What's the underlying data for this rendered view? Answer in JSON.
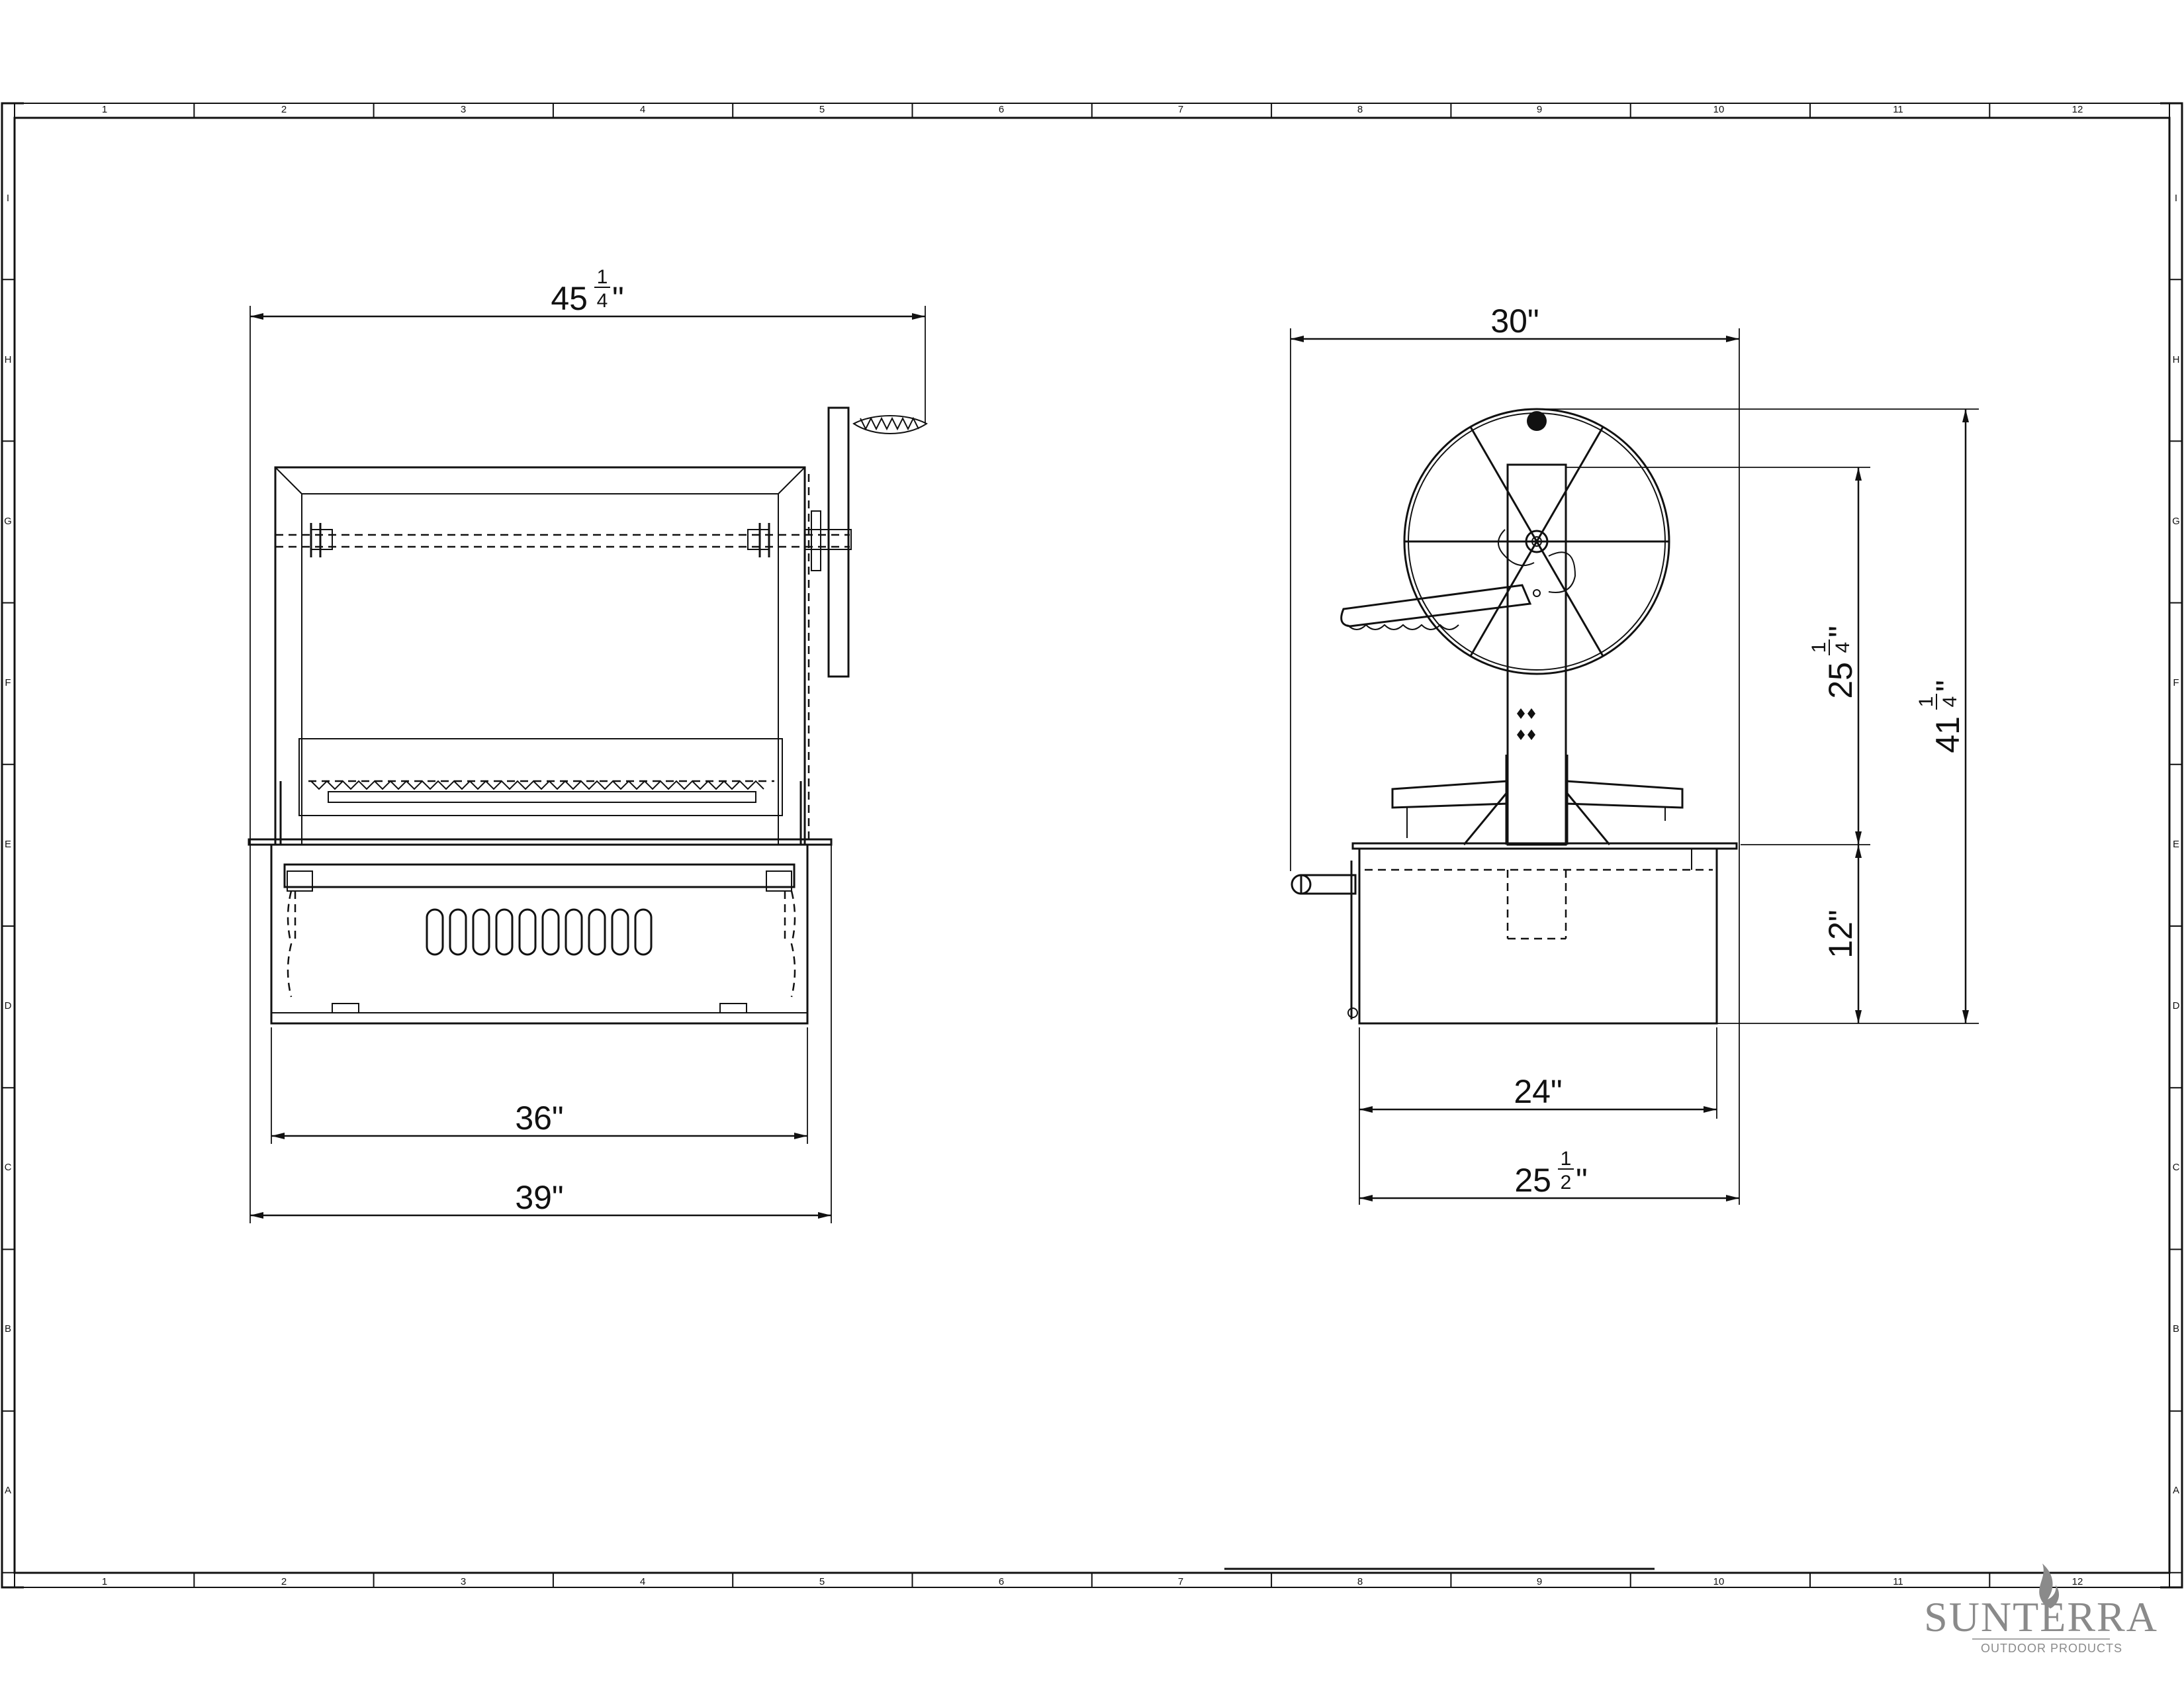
{
  "border": {
    "columns": [
      "1",
      "2",
      "3",
      "4",
      "5",
      "6",
      "7",
      "8",
      "9",
      "10",
      "11",
      "12"
    ],
    "rows": [
      "I",
      "H",
      "G",
      "F",
      "E",
      "D",
      "C",
      "B",
      "A"
    ]
  },
  "front_view": {
    "overall_width": {
      "whole": "45",
      "num": "1",
      "den": "4",
      "unit": "\""
    },
    "inner_width": "36\"",
    "base_width": "39\""
  },
  "side_view": {
    "overall_width": "30\"",
    "box_inner_width": "24\"",
    "box_width": {
      "whole": "25",
      "num": "1",
      "den": "2",
      "unit": "\""
    },
    "upper_height": {
      "whole": "25",
      "num": "1",
      "den": "4",
      "unit": "\""
    },
    "box_height": "12\"",
    "total_height": {
      "whole": "41",
      "num": "1",
      "den": "4",
      "unit": "\""
    }
  },
  "logo": {
    "name": "SUNTERRA",
    "subtitle": "OUTDOOR PRODUCTS"
  }
}
